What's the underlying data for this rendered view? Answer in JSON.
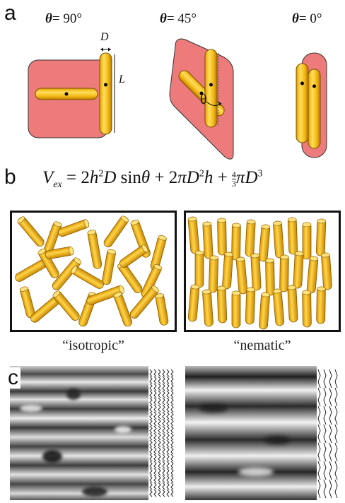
{
  "panel_a": {
    "letter": "a",
    "columns": [
      {
        "theta_symbol": "θ",
        "theta_value": "= 90°"
      },
      {
        "theta_symbol": "θ",
        "theta_value": "= 45°"
      },
      {
        "theta_symbol": "θ",
        "theta_value": "= 0°"
      }
    ],
    "label_D": "D",
    "label_L": "L",
    "angle_label": "θ"
  },
  "panel_b": {
    "letter": "b",
    "equation": {
      "lhs_V": "V",
      "lhs_sub": "ex",
      "part1": " = 2",
      "h": "h",
      "sup2": "2",
      "part2": "D",
      "part3": " sin",
      "theta": "θ",
      "part4": " + 2",
      "pi": "π",
      "part5": "D",
      "sup2b": "2",
      "part6": "h",
      "part7": " + ",
      "frac_num": "4",
      "frac_den": "3",
      "pi2": "π",
      "part8": "D",
      "sup3": "3"
    },
    "captions": [
      "“isotropic”",
      "“nematic”"
    ]
  },
  "panel_c": {
    "letter": "c"
  },
  "colors": {
    "rod_fill": "#f5b818",
    "rod_dark": "#c98a00",
    "excluded_volume": "#ee7b7b",
    "frame": "#111111"
  }
}
